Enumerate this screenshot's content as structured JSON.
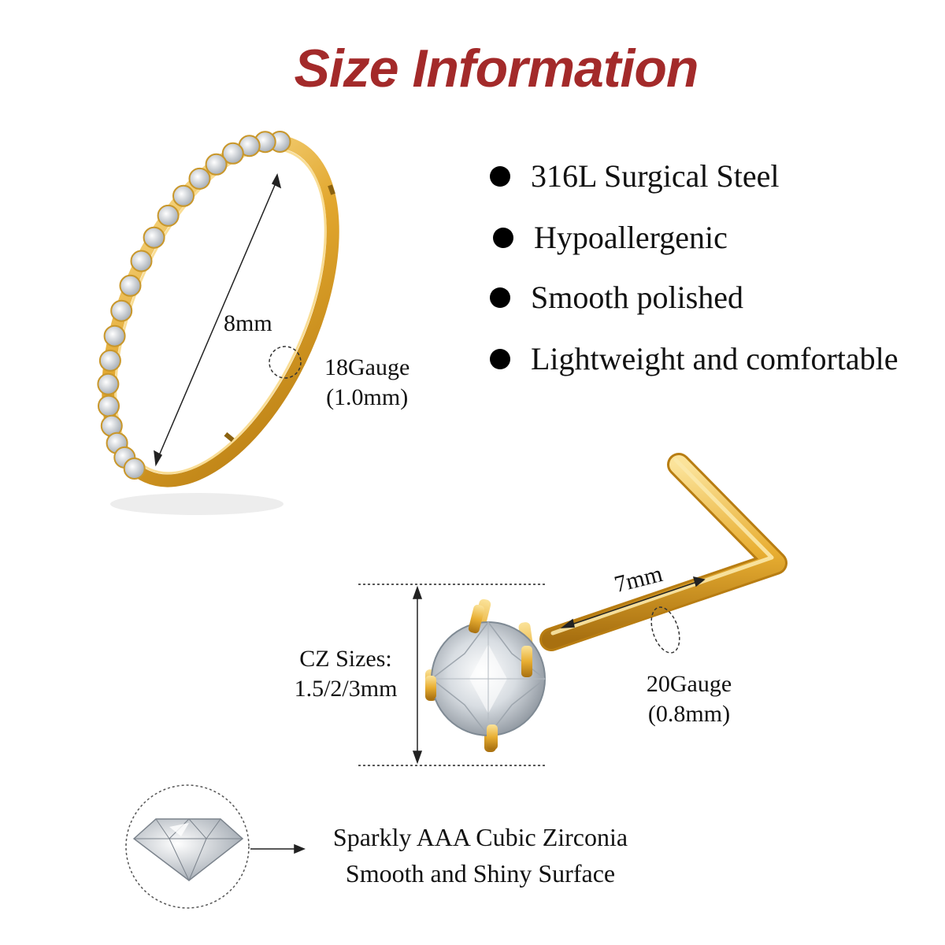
{
  "title": "Size Information",
  "features": [
    "316L Surgical Steel",
    "Hypoallergenic",
    "Smooth polished",
    "Lightweight and comfortable"
  ],
  "ring": {
    "diameter_label": "8mm",
    "gauge_line1": "18Gauge",
    "gauge_line2": "(1.0mm)"
  },
  "stud": {
    "length_label": "7mm",
    "cz_line1": "CZ Sizes:",
    "cz_line2": "1.5/2/3mm",
    "gauge_line1": "20Gauge",
    "gauge_line2": "(0.8mm)"
  },
  "cz_detail": {
    "line1": "Sparkly AAA Cubic Zirconia",
    "line2": "Smooth and Shiny Surface"
  },
  "colors": {
    "title": "#a32a2a",
    "gold": "#e2a72e",
    "gold_dark": "#b87d12",
    "gold_light": "#fbe39a"
  }
}
